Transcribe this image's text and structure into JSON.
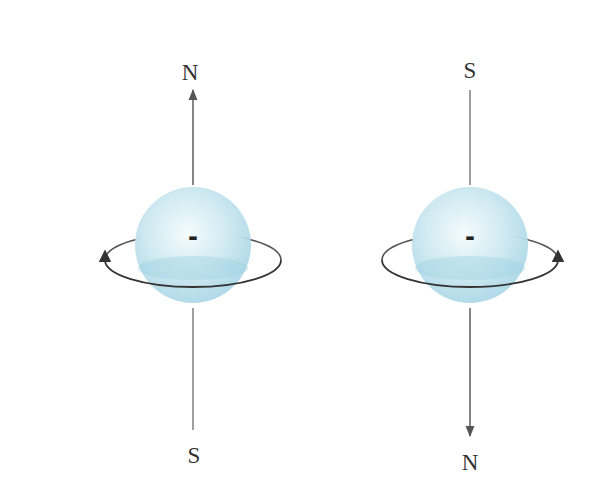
{
  "diagram": {
    "nodes": [
      {
        "text": [
          "-"
        ]
      },
      {
        "text": [
          "-"
        ]
      }
    ],
    "labels": [
      "N",
      "S",
      "S",
      "N"
    ]
  }
}
